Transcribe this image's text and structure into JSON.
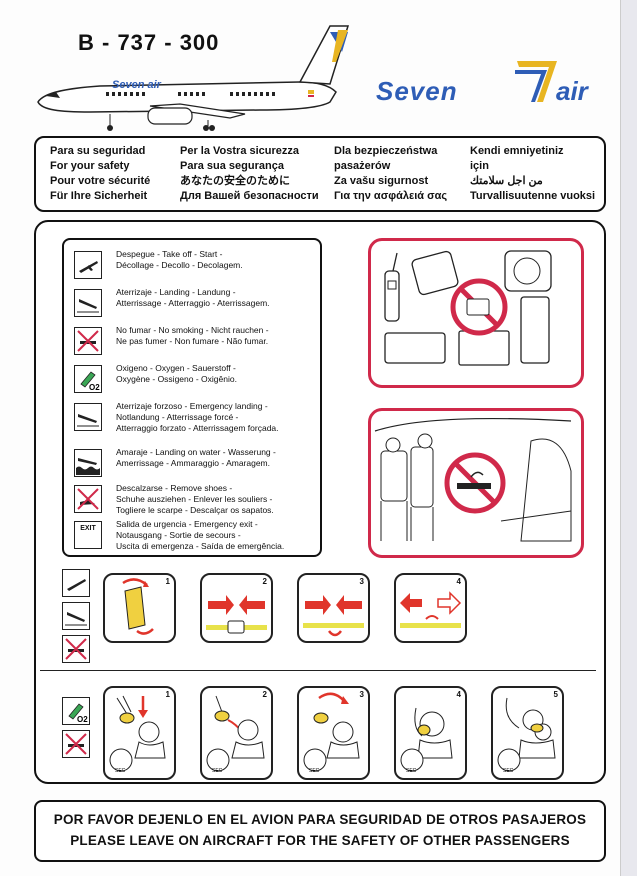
{
  "model": "B - 737 - 300",
  "aircraft_livery": "Seven air",
  "brand": {
    "word1": "Seven",
    "word2": "air",
    "color": "#2e5db6",
    "accent": "#e8b522"
  },
  "header": {
    "col1": [
      "Para su seguridad",
      "For your safety",
      "Pour votre sécurité",
      "Für Ihre Sicherheit"
    ],
    "col2": [
      "Per la Vostra sicurezza",
      "Para sua segurança",
      "あなたの安全のために",
      "Для Вашей безопасности"
    ],
    "col3": [
      "Dla bezpieczeństwa",
      "pasażerów",
      "Za vašu sigurnost",
      "Για την ασφάλειά σας"
    ],
    "col4": [
      "Kendi emniyetiniz",
      "için",
      "من اجل سلامتك",
      "Turvallisuutenne vuoksi"
    ]
  },
  "legend": [
    {
      "icon": "takeoff-icon",
      "lines": [
        "Despegue - Take off - Start -",
        "Décollage - Decollo - Decolagem."
      ]
    },
    {
      "icon": "landing-icon",
      "lines": [
        "Aterrizaje - Landing - Landung -",
        "Atterrissage - Atterraggio - Aterrissagem."
      ]
    },
    {
      "icon": "no-smoking-icon",
      "lines": [
        "No fumar - No smoking - Nicht rauchen -",
        "Ne pas fumer - Non fumare - Não fumar."
      ]
    },
    {
      "icon": "oxygen-icon",
      "icon_text": "O2",
      "lines": [
        "Oxigeno - Oxygen - Sauerstoff -",
        "Oxygène - Ossigeno - Oxigênio."
      ]
    },
    {
      "icon": "emergency-landing-icon",
      "lines": [
        "Aterrizaje forzoso - Emergency landing -",
        "Notlandung - Atterrissage forcé -",
        "Atterraggio forzato - Atterrissagem forçada."
      ]
    },
    {
      "icon": "water-landing-icon",
      "lines": [
        "Amaraje - Landing on water - Wasserung -",
        "Amerrissage - Ammaraggio - Amaragem."
      ]
    },
    {
      "icon": "remove-shoes-icon",
      "lines": [
        "Descalzarse - Remove shoes -",
        "Schuhe ausziehen - Enlever les souliers -",
        "Togliere le scarpe - Descalçar os sapatos."
      ]
    },
    {
      "icon": "exit-icon",
      "icon_text": "EXIT",
      "lines": [
        "Salida de urgencia - Emergency exit -",
        "Notausgang - Sortie de secours -",
        "Uscita di emergenza - Saída de emergência."
      ]
    }
  ],
  "seatbelt_steps": [
    "1",
    "2",
    "3",
    "4"
  ],
  "oxygen_steps": [
    "1",
    "2",
    "3",
    "4",
    "5"
  ],
  "gauge_label": "SEC",
  "oxygen_side_label": "O2",
  "footer": {
    "line1": "POR FAVOR DEJENLO EN EL AVION PARA SEGURIDAD DE OTROS PASAJEROS",
    "line2": "PLEASE LEAVE ON AIRCRAFT FOR THE SAFETY OF OTHER PASSENGERS"
  },
  "colors": {
    "prohibition_red": "#d0294a",
    "arrow_red": "#e0352b",
    "belt_yellow": "#e8e24a",
    "seat_yellow": "#f0d040"
  }
}
